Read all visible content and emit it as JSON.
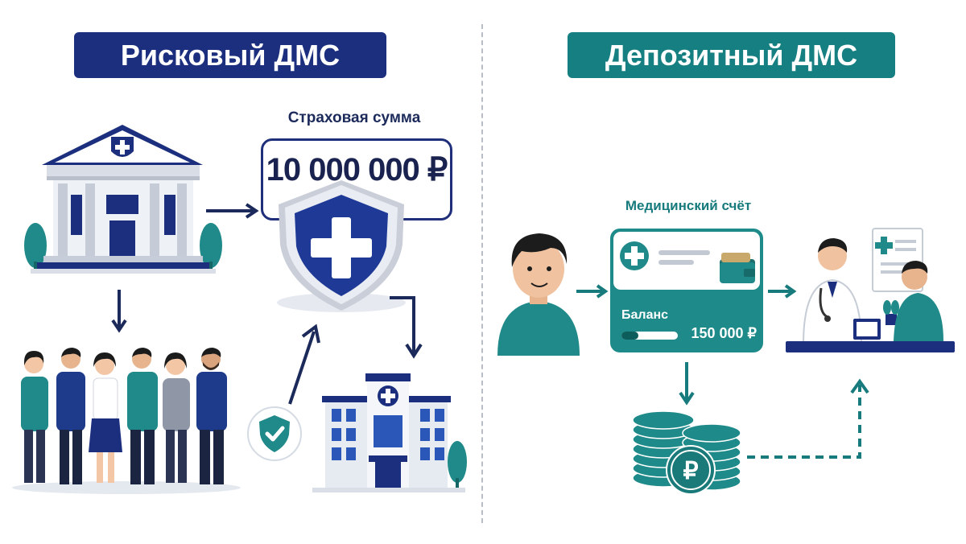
{
  "left_panel": {
    "title": "Рисковый ДМС",
    "sum_label": "Страховая сумма",
    "sum_value": "10 000 000 ₽"
  },
  "right_panel": {
    "title": "Депозитный ДМС",
    "account_label": "Медицинский счёт",
    "balance_label": "Баланс",
    "balance_value": "150 000 ₽",
    "balance_progress_percent": 30
  },
  "colors": {
    "navy": "#1b2f7e",
    "teal": "#167f81",
    "white": "#ffffff"
  },
  "icons": [
    "bank-icon",
    "shield-plus-icon",
    "people-group-icon",
    "shield-check-icon",
    "hospital-icon",
    "patient-icon",
    "wallet-icon",
    "doctor-consultation-icon",
    "ruble-coins-icon"
  ]
}
